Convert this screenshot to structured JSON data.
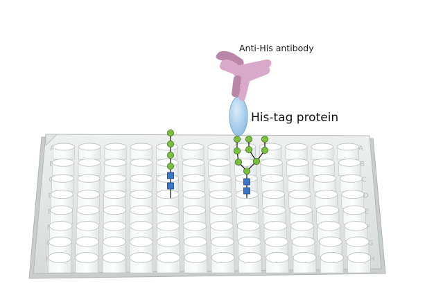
{
  "labels": {
    "antibody": "Anti-His antibody",
    "protein": "His-tag protein"
  },
  "plate": {
    "columns": 12,
    "rows": 8,
    "row_letters": [
      "A",
      "B",
      "C",
      "D",
      "E",
      "F",
      "G",
      "H"
    ]
  },
  "colors": {
    "antibody": "#d9a9c9",
    "antibody_dark": "#b986a8",
    "protein": "#a9cdeb",
    "glycan_circle": "#7bbf3f",
    "glycan_square": "#3b76c9",
    "plate_frame": "#d7dcd9",
    "well_edge": "#bfc4c4"
  },
  "icons": {
    "antibody": "y-shaped-antibody-icon",
    "protein": "ellipse-protein-icon",
    "glycan_linear": "linear-glycan-chain-icon",
    "glycan_branched": "branched-glycan-tree-icon"
  }
}
